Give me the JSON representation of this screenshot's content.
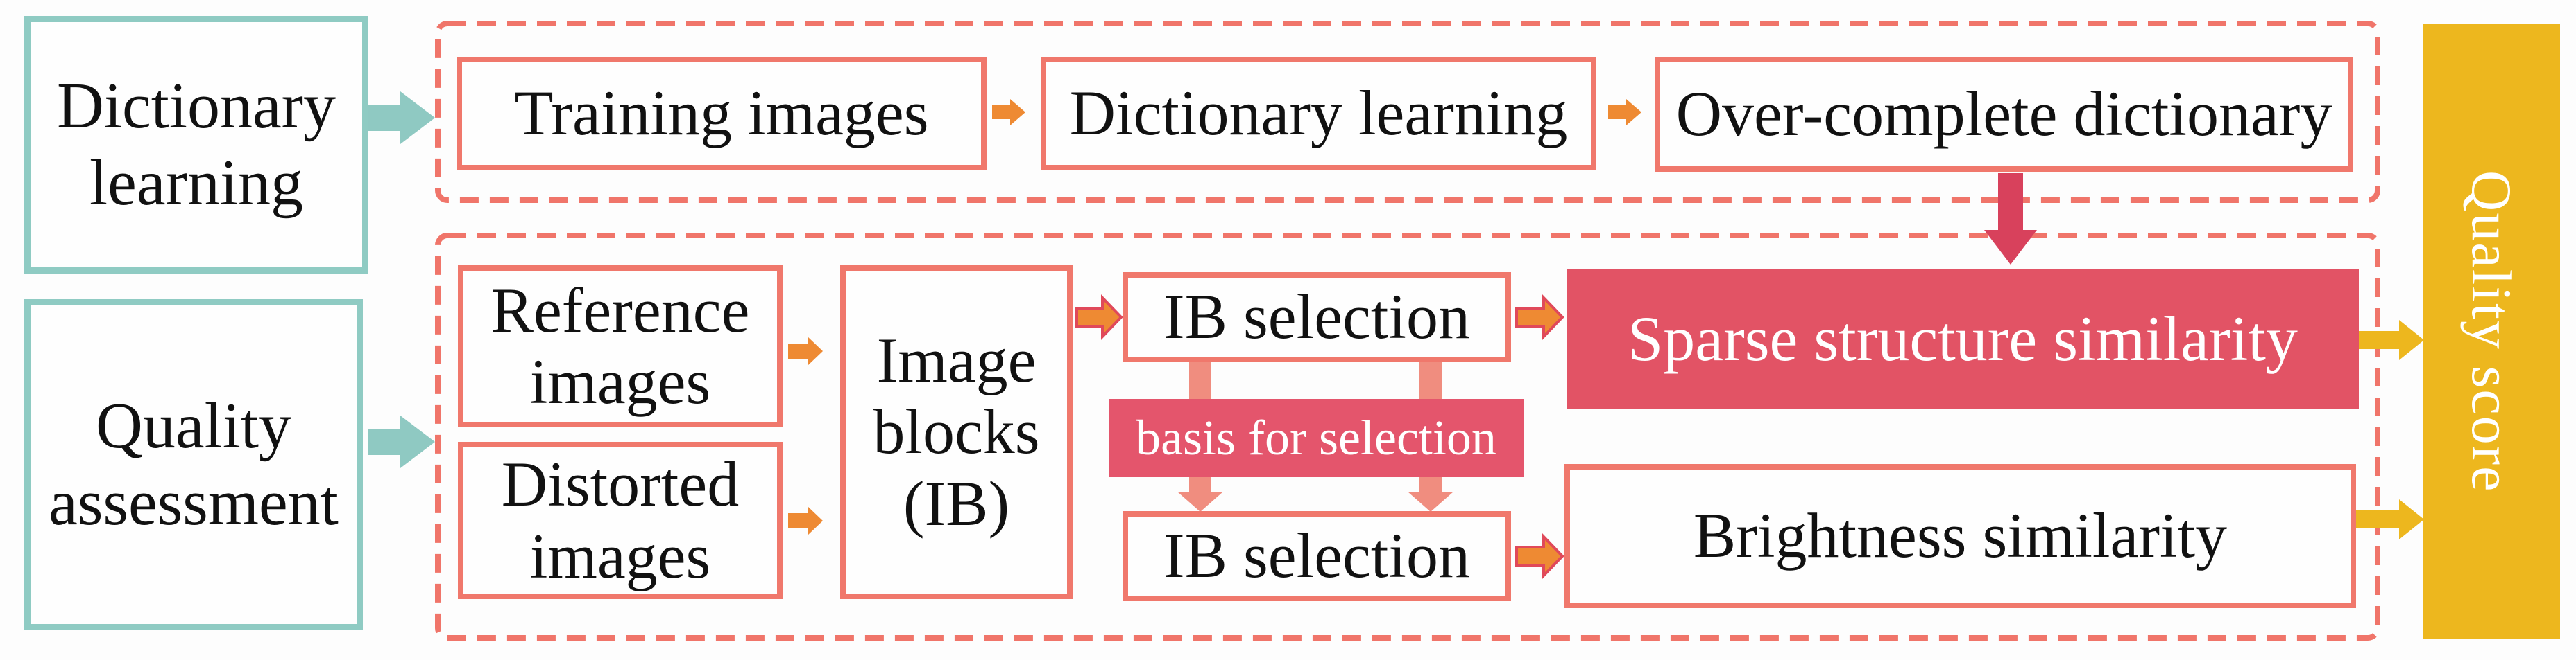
{
  "left_panel": {
    "dictionary_learning": {
      "line1": "Dictionary",
      "line2": "learning"
    },
    "quality_assessment": {
      "line1": "Quality",
      "line2": "assessment"
    }
  },
  "top_flow": {
    "training_images": "Training images",
    "dictionary_learning": "Dictionary learning",
    "overcomplete_dictionary": "Over-complete dictionary"
  },
  "bottom_flow": {
    "reference_images": {
      "line1": "Reference",
      "line2": "images"
    },
    "distorted_images": {
      "line1": "Distorted",
      "line2": "images"
    },
    "image_blocks": {
      "line1": "Image",
      "line2": "blocks",
      "line3": "(IB)"
    },
    "ib_selection_top": "IB selection",
    "ib_selection_bottom": "IB selection",
    "basis_for_selection": "basis for selection",
    "sparse_structure_similarity": "Sparse structure similarity",
    "brightness_similarity": "Brightness similarity"
  },
  "output": {
    "quality_score": "Quality score"
  },
  "colors": {
    "teal": "#8FC9C2",
    "salmon": "#F0756A",
    "orange": "#EE8A33",
    "arrow_outline": "#E0495A",
    "crimson_fill": "#E25365",
    "crimson_arrow": "#D8415C",
    "basis_pink": "#E4556C",
    "connector_salmon": "#F08D7F",
    "yellow": "#EDB71E"
  }
}
